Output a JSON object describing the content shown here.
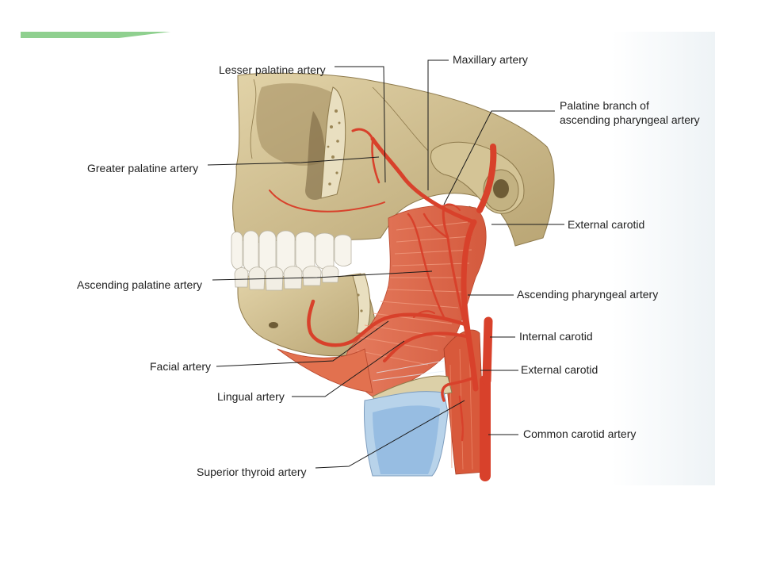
{
  "colors": {
    "accent_bar": "#8fd08f",
    "bone": "#cfbf92",
    "artery": "#d8412b",
    "muscle": "#dc6a4c",
    "cartilage": "#a6c8e8"
  },
  "labels": {
    "lesser_palatine": "Lesser palatine artery",
    "maxillary": "Maxillary artery",
    "palatine_branch_line1": "Palatine branch of",
    "palatine_branch_line2": "ascending pharyngeal artery",
    "greater_palatine": "Greater palatine artery",
    "external_carotid_upper": "External carotid",
    "ascending_palatine": "Ascending palatine artery",
    "ascending_pharyngeal": "Ascending pharyngeal artery",
    "internal_carotid": "Internal carotid",
    "facial": "Facial artery",
    "external_carotid_lower": "External carotid",
    "lingual": "Lingual artery",
    "common_carotid": "Common carotid artery",
    "superior_thyroid": "Superior thyroid artery"
  }
}
